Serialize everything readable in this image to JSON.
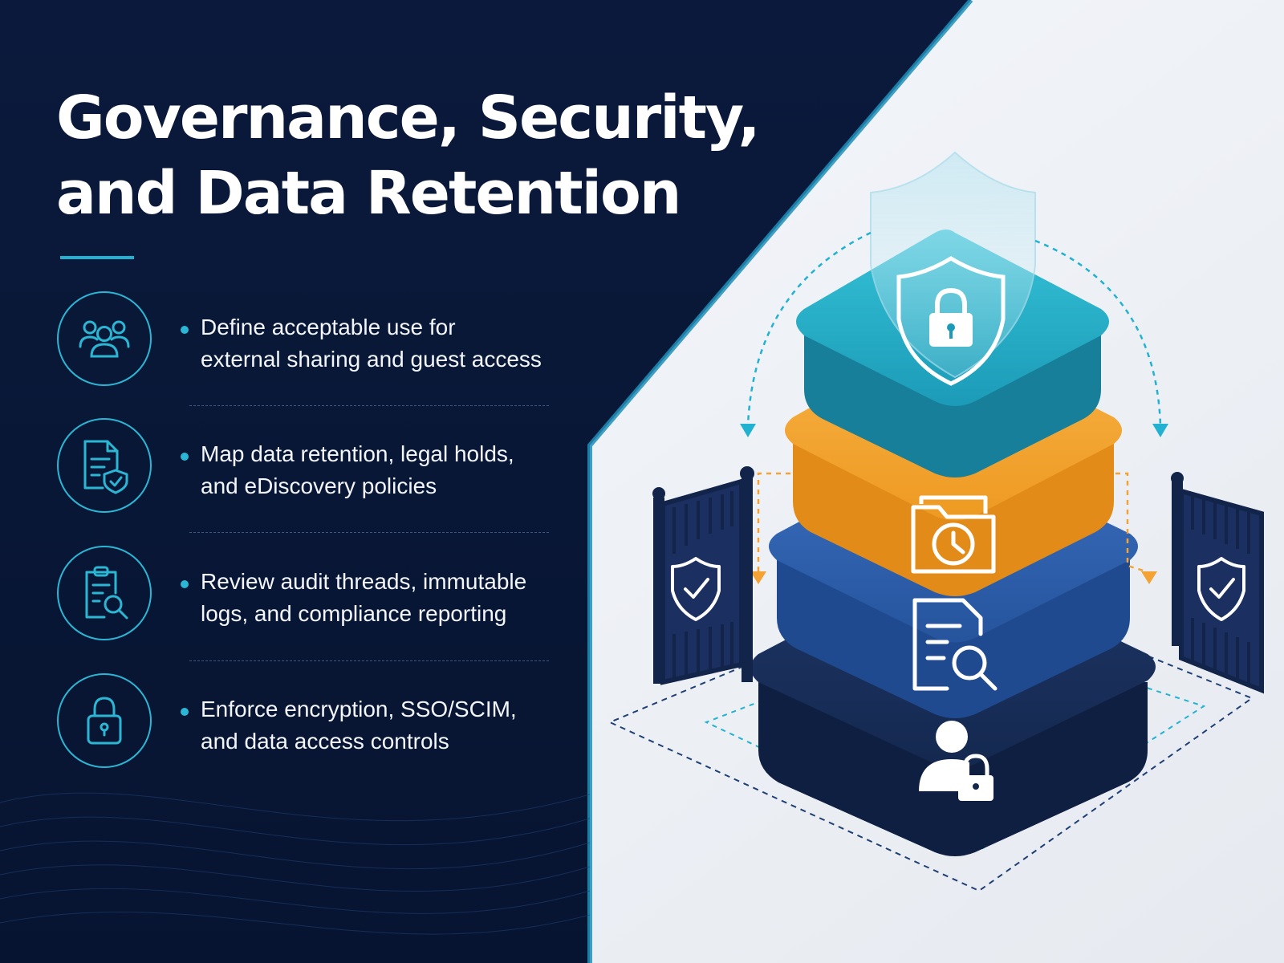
{
  "title": {
    "line1": "Governance, Security,",
    "line2": "and Data Retention"
  },
  "colors": {
    "navy": "#0b1a3c",
    "teal": "#22b2d1",
    "orange": "#f3a233",
    "blue": "#2a5daa",
    "dark_navy": "#16294f"
  },
  "items": [
    {
      "icon": "users-group-icon",
      "line1": "Define acceptable use for",
      "line2": "external sharing and guest access"
    },
    {
      "icon": "document-shield-icon",
      "line1": "Map data retention, legal holds,",
      "line2": "and eDiscovery policies"
    },
    {
      "icon": "clipboard-search-icon",
      "line1": "Review audit threads, immutable",
      "line2": "logs, and compliance reporting"
    },
    {
      "icon": "padlock-icon",
      "line1": "Enforce encryption, SSO/SCIM,",
      "line2": "and data access controls"
    }
  ],
  "illustration": {
    "layers": [
      {
        "icon": "shield-lock-icon",
        "color": "teal"
      },
      {
        "icon": "folder-clock-icon",
        "color": "orange"
      },
      {
        "icon": "document-search-icon",
        "color": "blue"
      },
      {
        "icon": "user-lock-icon",
        "color": "dark_navy"
      }
    ],
    "gates": [
      {
        "icon": "shield-check-icon"
      },
      {
        "icon": "shield-check-icon"
      }
    ]
  }
}
